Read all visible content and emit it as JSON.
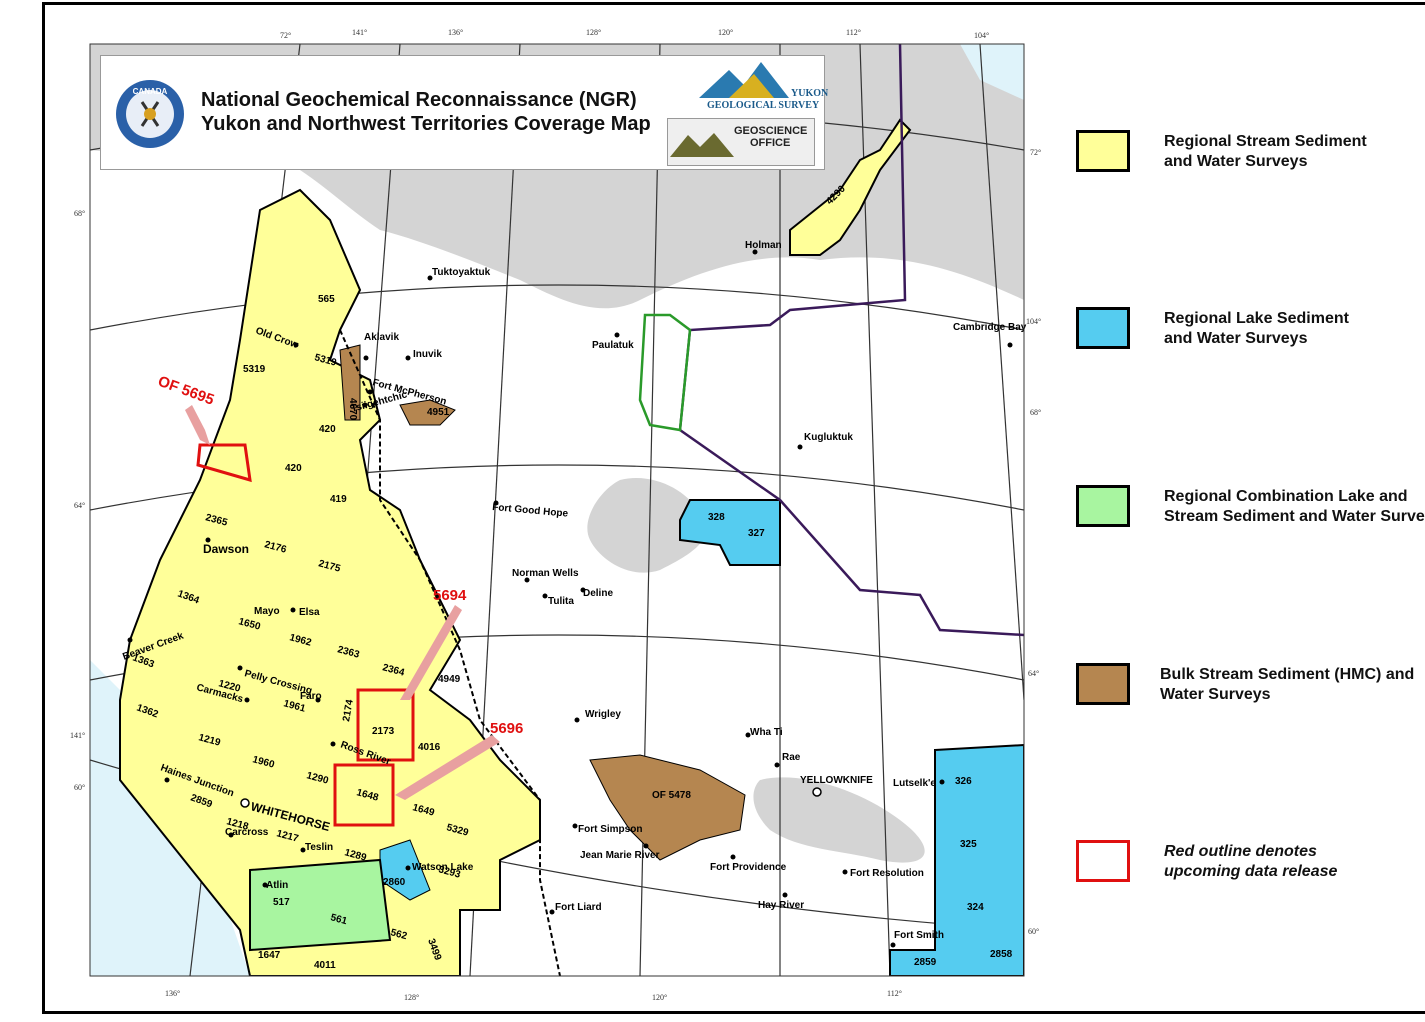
{
  "map": {
    "title_line1": "National Geochemical Reconnaissance (NGR)",
    "title_line2": "Yukon and Northwest Territories Coverage Map",
    "logos": {
      "canada_seal_text": "CANADA",
      "ygs_line1": "YUKON",
      "ygs_line2": "GEOLOGICAL SURVEY",
      "nwt_line1": "GEOSCIENCE",
      "nwt_line2": "OFFICE"
    },
    "graticule_labels": {
      "top": [
        "72°",
        "141°",
        "136°",
        "128°",
        "120°",
        "112°",
        "104°"
      ],
      "left": [
        "68°",
        "64°",
        "141°",
        "60°"
      ],
      "right": [
        "72°",
        "104°",
        "68°",
        "64°",
        "60°"
      ],
      "bottom": [
        "136°",
        "128°",
        "120°",
        "112°"
      ]
    },
    "places": [
      "Holman",
      "Tuktoyaktuk",
      "Paulatuk",
      "Cambridge Bay",
      "Aklavik",
      "Inuvik",
      "Old Crow",
      "Fort McPherson",
      "Tsiigehtchic",
      "Kugluktuk",
      "Fort Good Hope",
      "Dawson",
      "Norman Wells",
      "Tulita",
      "Deline",
      "Mayo",
      "Elsa",
      "Pelly Crossing",
      "Beaver Creek",
      "Carmacks",
      "Faro",
      "Ross River",
      "Wrigley",
      "Wha Ti",
      "Rae",
      "YELLOWKNIFE",
      "Lutselk'e",
      "Haines Junction",
      "WHITEHORSE",
      "Carcross",
      "Teslin",
      "Fort Simpson",
      "Jean Marie River",
      "Fort Providence",
      "Fort Resolution",
      "Hay River",
      "Watson Lake",
      "Atlin",
      "Fort Liard",
      "Fort Smith"
    ],
    "survey_labels": [
      "4290",
      "565",
      "5319",
      "5319",
      "4670",
      "4951",
      "420",
      "420",
      "419",
      "2365",
      "2176",
      "2175",
      "1364",
      "1650",
      "1962",
      "2363",
      "2364",
      "4949",
      "1363",
      "1220",
      "1961",
      "2174",
      "2173",
      "4016",
      "1362",
      "1219",
      "1960",
      "1290",
      "1648",
      "1649",
      "5329",
      "2859",
      "1218",
      "1217",
      "1289",
      "3293",
      "2860",
      "517",
      "561",
      "562",
      "3499",
      "1647",
      "4011",
      "328",
      "327",
      "OF 5478",
      "326",
      "325",
      "324",
      "2859",
      "2858"
    ],
    "release_callouts": [
      "OF 5695",
      "5694",
      "5696"
    ]
  },
  "legend": [
    {
      "label": "Regional Stream Sediment\nand Water Surveys",
      "color": "#ffff99",
      "style": "fill"
    },
    {
      "label": "Regional Lake Sediment\nand Water Surveys",
      "color": "#55ccf0",
      "style": "fill"
    },
    {
      "label": "Regional Combination Lake and\nStream Sediment and Water Surveys",
      "color": "#a8f5a0",
      "style": "fill"
    },
    {
      "label": "Bulk Stream Sediment (HMC) and\nWater Surveys",
      "color": "#b58650",
      "style": "fill"
    },
    {
      "label": "Red outline denotes\nupcoming data release",
      "color": "#e01010",
      "style": "outline"
    }
  ]
}
